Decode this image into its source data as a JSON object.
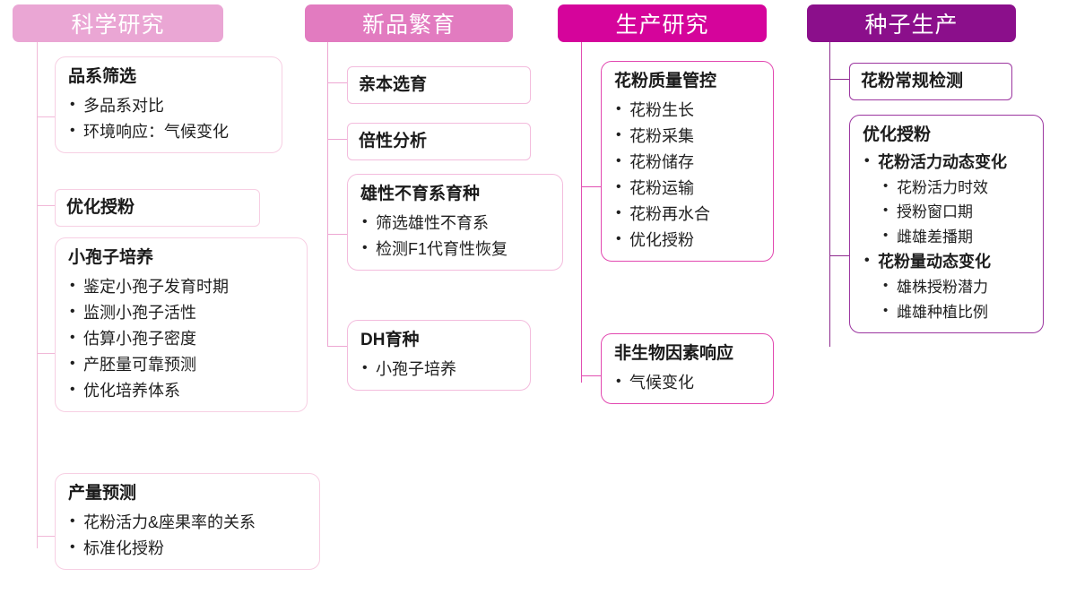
{
  "diagram": {
    "title_visible": false,
    "columns": [
      {
        "id": "col-science",
        "header": "科学研究",
        "header_color": "#eaa6d4",
        "line_color": "#f4c2dd",
        "box_border": "#f7cfe3",
        "nodes": [
          {
            "id": "node-line-screening",
            "title": "品系筛选",
            "items": [
              {
                "text": "多品系对比",
                "level": 1,
                "bold": false
              },
              {
                "text": "环境响应：气候变化",
                "level": 1,
                "bold": false
              }
            ]
          },
          {
            "id": "node-optimize-pollination-1",
            "title": "优化授粉",
            "items": []
          },
          {
            "id": "node-microspore-culture",
            "title": "小孢子培养",
            "items": [
              {
                "text": "鉴定小孢子发育时期",
                "level": 1,
                "bold": false
              },
              {
                "text": "监测小孢子活性",
                "level": 1,
                "bold": false
              },
              {
                "text": "估算小孢子密度",
                "level": 1,
                "bold": false
              },
              {
                "text": "产胚量可靠预测",
                "level": 1,
                "bold": false
              },
              {
                "text": "优化培养体系",
                "level": 1,
                "bold": false
              }
            ]
          },
          {
            "id": "node-yield-prediction",
            "title": "产量预测",
            "items": [
              {
                "text": "花粉活力&座果率的关系",
                "level": 1,
                "bold": false
              },
              {
                "text": "标准化授粉",
                "level": 1,
                "bold": false
              }
            ]
          }
        ]
      },
      {
        "id": "col-new-variety",
        "header": "新品繁育",
        "header_color": "#e27bc0",
        "line_color": "#efaad4",
        "box_border": "#f3bcdd",
        "nodes": [
          {
            "id": "node-parent-selection",
            "title": "亲本选育",
            "items": []
          },
          {
            "id": "node-ploidy-analysis",
            "title": "倍性分析",
            "items": []
          },
          {
            "id": "node-male-sterile-breeding",
            "title": "雄性不育系育种",
            "items": [
              {
                "text": "筛选雄性不育系",
                "level": 1,
                "bold": false
              },
              {
                "text": "检测F1代育性恢复",
                "level": 1,
                "bold": false
              }
            ]
          },
          {
            "id": "node-dh-breeding",
            "title": "DH育种",
            "items": [
              {
                "text": "小孢子培养",
                "level": 1,
                "bold": false
              }
            ]
          }
        ]
      },
      {
        "id": "col-production-research",
        "header": "生产研究",
        "header_color": "#d5049b",
        "line_color": "#e54ab3",
        "box_border": "#e248b0",
        "nodes": [
          {
            "id": "node-pollen-quality-control",
            "title": "花粉质量管控",
            "items": [
              {
                "text": "花粉生长",
                "level": 1,
                "bold": false
              },
              {
                "text": "花粉采集",
                "level": 1,
                "bold": false
              },
              {
                "text": "花粉储存",
                "level": 1,
                "bold": false
              },
              {
                "text": "花粉运输",
                "level": 1,
                "bold": false
              },
              {
                "text": "花粉再水合",
                "level": 1,
                "bold": false
              },
              {
                "text": "优化授粉",
                "level": 1,
                "bold": false
              }
            ]
          },
          {
            "id": "node-abiotic-response",
            "title": "非生物因素响应",
            "items": [
              {
                "text": "气候变化",
                "level": 1,
                "bold": false
              }
            ]
          }
        ]
      },
      {
        "id": "col-seed-production",
        "header": "种子生产",
        "header_color": "#8b0f8b",
        "line_color": "#8e2a8e",
        "box_border": "#9c36a0",
        "nodes": [
          {
            "id": "node-pollen-routine-test",
            "title": "花粉常规检测",
            "items": []
          },
          {
            "id": "node-optimize-pollination-2",
            "title": "优化授粉",
            "items": [
              {
                "text": "花粉活力动态变化",
                "level": 1,
                "bold": true
              },
              {
                "text": "花粉活力时效",
                "level": 2,
                "bold": false
              },
              {
                "text": "授粉窗口期",
                "level": 2,
                "bold": false
              },
              {
                "text": "雌雄差播期",
                "level": 2,
                "bold": false
              },
              {
                "text": "花粉量动态变化",
                "level": 1,
                "bold": true
              },
              {
                "text": "雄株授粉潜力",
                "level": 2,
                "bold": false
              },
              {
                "text": "雌雄种植比例",
                "level": 2,
                "bold": false
              }
            ]
          }
        ]
      }
    ]
  }
}
